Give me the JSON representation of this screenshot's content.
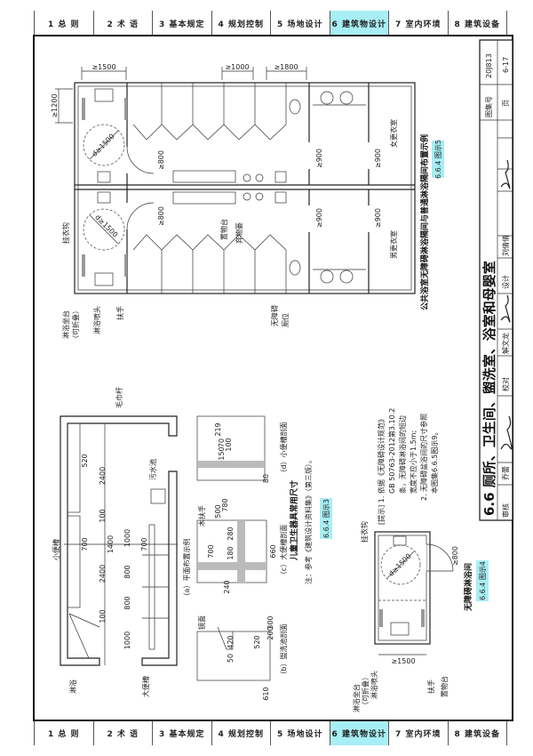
{
  "tabs": [
    {
      "label": "1 总 则"
    },
    {
      "label": "2 术 语"
    },
    {
      "label": "3 基本规定"
    },
    {
      "label": "4 规划控制"
    },
    {
      "label": "5 场地设计"
    },
    {
      "label": "6 建筑物设计",
      "active": true
    },
    {
      "label": "7 室内环境"
    },
    {
      "label": "8 建筑设备"
    }
  ],
  "colors": {
    "highlight": "#a8eef5",
    "line": "#222222"
  },
  "title_block": {
    "title": "6.6 厕所、卫生间、盥洗室、浴室和母婴室",
    "atlas_no_label": "图集号",
    "atlas_no": "20J813",
    "page_label": "页",
    "page": "6-17",
    "review_label": "审核",
    "reviewer": "乔蕾",
    "check_label": "校对",
    "checker": "解文龙",
    "design_label": "设计",
    "designer": "刘倩倩"
  },
  "figure5": {
    "tag": "6.6.4 图示5",
    "caption": "公共浴室无障碍淋浴隔间与普通淋浴隔间布置示例",
    "dims": {
      "w1500": "≥1500",
      "w1000": "≥1000",
      "w1800": "≥1800",
      "h1200": "≥1200",
      "d1500": "d≥1500",
      "w800": "≥800",
      "w900": "≥900"
    },
    "labels": {
      "hook": "挂衣钩",
      "shelf": "置物台",
      "bin": "弃物篓",
      "female": "女更衣室",
      "male": "男更衣室",
      "seat": "淋浴坐台",
      "foldable": "（可折叠）",
      "shower": "淋浴喷头",
      "rail": "扶手",
      "toilet1": "无障碍",
      "toilet2": "厕位"
    }
  },
  "figure3": {
    "tag": "6.6.4 图示3",
    "caption": "儿童卫生器具常用尺寸",
    "note": "注：参考《建筑设计资料集》（第三版）。",
    "sub_a": "（a）平面布置示例",
    "sub_b": "（b）盥洗池剖面",
    "sub_c": "（c）大便槽剖面",
    "sub_d": "（d）小便槽剖面",
    "labels": {
      "towel": "毛巾杆",
      "mop": "污水池",
      "urinal": "小便槽",
      "shower": "淋浴",
      "trough": "大便槽",
      "mirror": "镜面",
      "handrail": "木扶手"
    },
    "dims": [
      "520",
      "2400",
      "100",
      "700",
      "1400",
      "1000",
      "800",
      "800",
      "1000",
      "2400",
      "100",
      "700",
      "610",
      "420",
      "50",
      "520",
      "300",
      "200",
      "240",
      "180",
      "280",
      "700",
      "500",
      "780",
      "660",
      "150",
      "70",
      "100",
      "80",
      "219"
    ]
  },
  "figure4": {
    "tag": "6.6.4 图示4",
    "caption": "无障碍淋浴间",
    "labels": {
      "hook": "挂衣钩",
      "seat": "淋浴坐台",
      "foldable": "（可折叠）",
      "shower": "淋浴喷头",
      "rail": "扶手",
      "shelf": "置物台"
    },
    "dims": {
      "w1500": "≥1500",
      "w800": "≥800",
      "d1500": "d≥1500"
    }
  },
  "tips": {
    "lines": [
      "[提示] 1. 依据《无障碍设计规范》",
      "GB 50763-2012第3.10.2",
      "条，无障碍淋浴间的短边",
      "宽度不应小于1.5m;",
      "2. 无障碍盆浴间的尺寸参照",
      "本图集6.6.5图示9。"
    ]
  }
}
